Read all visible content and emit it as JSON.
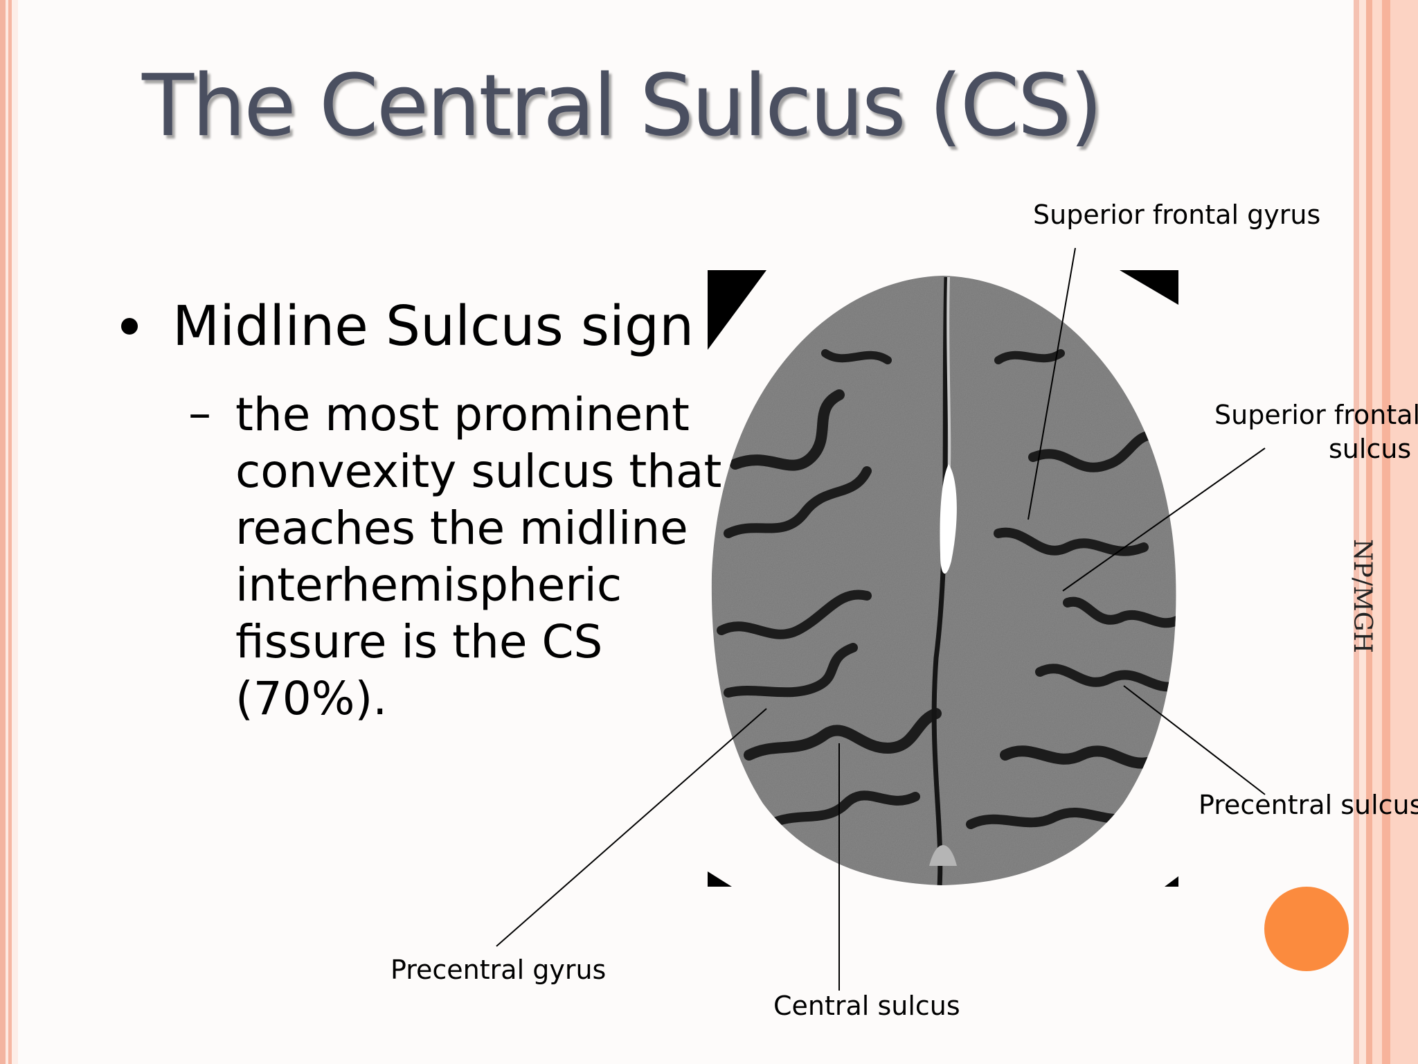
{
  "slide": {
    "title": "The Central Sulcus (CS)",
    "bullet": "Midline Sulcus sign",
    "sub_dash": "–",
    "sub_lines": [
      "the most prominent",
      "convexity sulcus that",
      "reaches the midline",
      "interhemispheric",
      "fissure is the CS",
      "(70%)."
    ]
  },
  "labels": {
    "superior_frontal_gyrus": "Superior frontal gyrus",
    "superior_frontal_sulcus_1": "Superior frontal",
    "superior_frontal_sulcus_2": "sulcus",
    "precentral_sulcus": "Precentral sulcus",
    "precentral_gyrus": "Precentral gyrus",
    "central_sulcus": "Central sulcus"
  },
  "watermark": "NP/MGH",
  "colors": {
    "title": "#4a4f60",
    "accent_orange": "#fb8b3e",
    "stripe_salmon": "#f6b7a3",
    "stripe_pale": "#fbd8cb"
  }
}
